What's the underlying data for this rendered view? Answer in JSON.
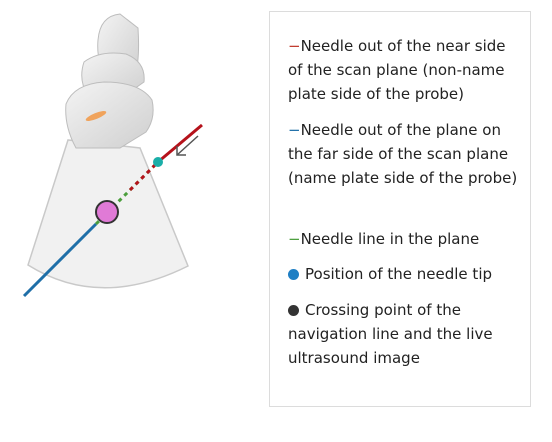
{
  "legend": {
    "items": [
      {
        "marker": "dash",
        "color": "#c0392b",
        "symbol": "−",
        "text": "Needle out of the near side of the scan plane (non-name plate side of the probe)"
      },
      {
        "marker": "dash",
        "color": "#1f6fa8",
        "symbol": "−",
        "text": "Needle out of the plane on the far side of the scan plane (name plate side of the probe)"
      },
      {
        "marker": "dash",
        "color": "#4a9e3c",
        "symbol": "−",
        "text": "Needle line in the plane"
      },
      {
        "marker": "dot",
        "color": "#1f7fc4",
        "symbol": "",
        "text": "Position of the needle tip"
      },
      {
        "marker": "dot",
        "color": "#333333",
        "symbol": "",
        "text": "Crossing point of the navigation line and the live ultrasound image"
      }
    ]
  },
  "diagram": {
    "colors": {
      "near_side_line": "#b5121b",
      "far_side_line": "#1f6fa8",
      "in_plane_line": "#4a9e3c",
      "needle_tip_marker": "#1aaea8",
      "crossing_point_marker": "#e07ad6",
      "scan_area": "#f1f1f1",
      "probe": "#dedede",
      "probe_slot": "#f0a35c"
    },
    "icons": [
      "ultrasound-probe-icon",
      "arrow-icon"
    ]
  }
}
